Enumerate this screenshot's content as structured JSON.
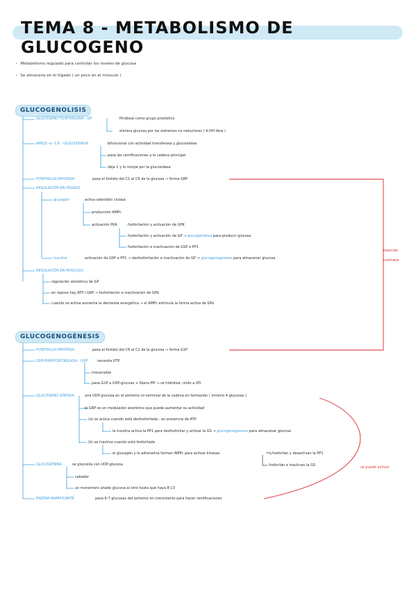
{
  "title": "TEMA 8 - METABOLISMO DE GLUCOGENO",
  "intro": [
    "Metabolismo regulado para controlar los niveles de glucosa",
    "Se almacena en el hígado ( un poco en el músculo )"
  ],
  "glucogenolisis": {
    "heading": "GLUCOGENOLISIS",
    "fosforilasa": "GLUCÓGENO FOSFORILASA - GP",
    "fosforilasa_items": [
      "Piridoxal como grupo prostético",
      "elimina glucosa por los extremos no reductores ( 4-OH libre )"
    ],
    "amilo": "AMILO -α- 1,6 - GLUCOSIDASA",
    "amilo_items": [
      "bifuncional con actividad transferasa y glucosidasa",
      "pasa las ramificaciones a la cadena principal",
      "deja 1 y lo rompe por la glucosidasa"
    ],
    "fosfoglucomutasa": "FOSFOGLUCOMUTASA",
    "fosfoglucomutasa_text": "pasa el fosfato del C1 al C6 de la glucosa → forma G6P",
    "higado": "REGULACIÓN EN HÍGADO",
    "glucagon": "glucagón",
    "glucagon_items": [
      "activa adenilato ciclasa",
      "producción AMPc",
      "activación PKA"
    ],
    "pka_items": [
      "fosforilación y activación de GPK",
      "fosforilación y activación de GP →",
      "fosforilación e inactivación de GSP e PP1"
    ],
    "pka_hl": "glucogenólisis",
    "pka_tail": "para producir glucosa",
    "insulina": "insulina",
    "insulina_text": "activación de GSP e PP1 →",
    "insulina_text2": "desfosforilación e inactivación de GP →",
    "insulina_hl": "glucogenogénesis",
    "insulina_tail": "para almacenar glucosa",
    "reaccion": [
      "reacción",
      "contraria"
    ],
    "musculo": "REGULACIÓN EN MÚSCULO",
    "musculo_items": [
      "regulación alostérica de GP",
      "en reposo hay ATP / G6P → fosforilación e inactivación de GPb",
      "cuando se activa aumenta la demanda energética → el AMPc estimula la forma activa de GPa"
    ]
  },
  "glucogenogenesis": {
    "heading": "GLUCOGENOGÉNESIS",
    "fosfoglucomutasa": "FOSFOGLUCOMUTASA",
    "fosfoglucomutasa_text": "pasa el fosfato del C6 al C1 de la glucosa → forma G1P",
    "udp": "UDP-PIROFOSFORILASA - UDP",
    "udp_items": [
      "necesita UTP",
      "irreversible",
      "pasa G1P a UDP-glucosa + libera PPi → se hidroliza, rinde a 2Pi"
    ],
    "sintasa": "GLUCÓGENO SINTASA",
    "sintasa_items": [
      "une UDP-glucosa en el extremo no terminal de la cadena en formación ( mínimo 4 glucosas )",
      "la G6P es un modulador alostérico que puede aumentar su actividad",
      "(a) se activa cuando está desfosforilada - en presencia de ATP",
      "la insulina activa la PP1 para desfosforilar y activar la GS →",
      "(b) se inactiva cuando está fosforilada",
      "el glucagón y la adrenalina forman AMPc para activar kinasas"
    ],
    "sintasa_hl": "glucogenogénesis",
    "sintasa_tail": "para almacenar glucosa",
    "kinasa_items": [
      "fosforilan y desactivan la PP1",
      "fosforilan e inactivan la GS"
    ],
    "glucogenina": "GLUCOGENINA",
    "glucogenina_items": [
      "se glucosila con UDP-glucosa",
      "cebador",
      "un monómero añade glucosa al otro hasta que haya 8-13"
    ],
    "ramificante": "ENZIMA RAMIFICANTE",
    "ramificante_text": "pasa 6-7 glucosas del extremo en crecimiento para hacer ramificaciones",
    "se_puede": "se puede activar"
  }
}
